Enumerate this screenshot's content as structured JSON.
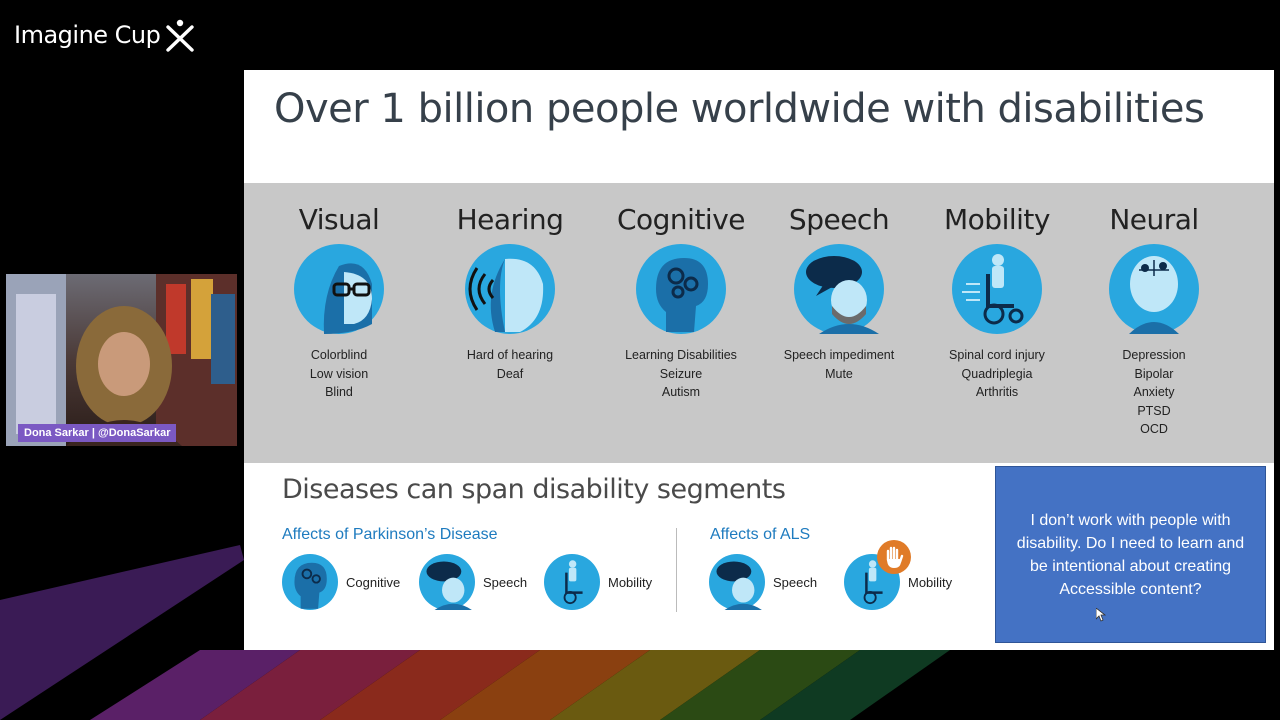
{
  "brand": {
    "name": "Imagine Cup"
  },
  "presenter": {
    "name_tag": "Dona Sarkar | @DonaSarkar"
  },
  "slide": {
    "title": "Over 1 billion people worldwide with disabilities",
    "categories": [
      {
        "name": "Visual",
        "items": [
          "Colorblind",
          "Low vision",
          "Blind"
        ]
      },
      {
        "name": "Hearing",
        "items": [
          "Hard of hearing",
          "Deaf"
        ]
      },
      {
        "name": "Cognitive",
        "items": [
          "Learning Disabilities",
          "Seizure",
          "Autism"
        ]
      },
      {
        "name": "Speech",
        "items": [
          "Speech impediment",
          "Mute"
        ]
      },
      {
        "name": "Mobility",
        "items": [
          "Spinal cord injury",
          "Quadriplegia",
          "Arthritis"
        ]
      },
      {
        "name": "Neural",
        "items": [
          "Depression",
          "Bipolar",
          "Anxiety",
          "PTSD",
          "OCD"
        ]
      }
    ],
    "diseases_title": "Diseases can span disability segments",
    "parkinsons": {
      "title": "Affects of Parkinson’s Disease",
      "items": [
        "Cognitive",
        "Speech",
        "Mobility"
      ]
    },
    "als": {
      "title": "Affects of ALS",
      "items": [
        "Speech",
        "Mobility"
      ]
    },
    "callout": "I don’t work with people with disability.  Do I need to learn and be intentional about creating Accessible content?"
  },
  "colors": {
    "icon_blue": "#29a7df",
    "callout_blue": "#4472c4",
    "link_blue": "#1e7bbf",
    "band_gray": "#c8c8c8",
    "name_tag_purple": "#7b59c3"
  },
  "icons": [
    "imagine-cup-logo-icon",
    "visual-face-glasses-icon",
    "hearing-ear-sound-icon",
    "cognitive-gears-head-icon",
    "speech-bubble-face-icon",
    "mobility-wheelchair-icon",
    "neural-brain-head-icon",
    "raised-hand-icon",
    "mouse-cursor-icon"
  ]
}
